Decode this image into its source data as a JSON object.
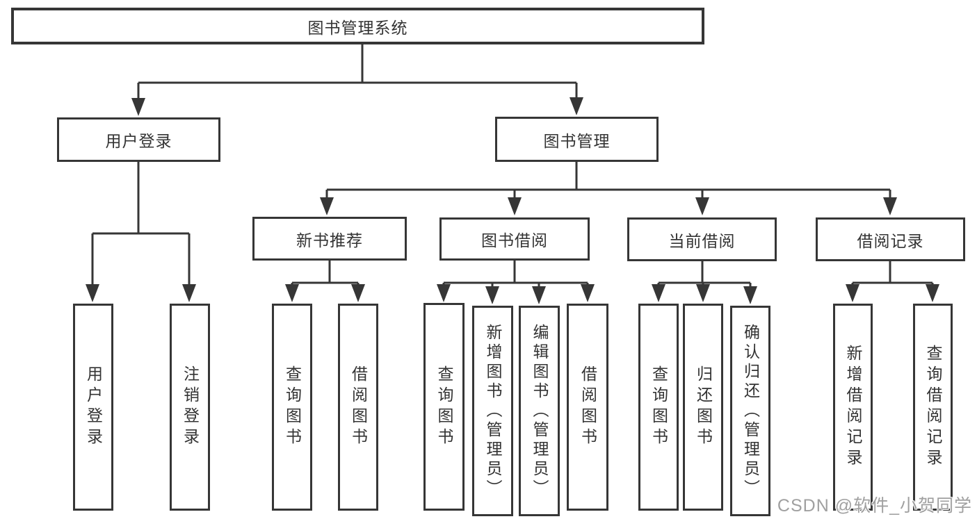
{
  "colors": {
    "line": "#363636",
    "box_border": "#363636",
    "box_background": "#ffffff",
    "text": "#333333",
    "watermark_text": "#a0a0a0"
  },
  "watermark": {
    "text": "CSDN @软件_小贺同学"
  },
  "tree": {
    "root": {
      "label": "图书管理系统",
      "children": [
        {
          "label": "用户登录",
          "children": [
            {
              "label": "用户登录"
            },
            {
              "label": "注销登录"
            }
          ]
        },
        {
          "label": "图书管理",
          "children": [
            {
              "label": "新书推荐",
              "children": [
                {
                  "label": "查询图书"
                },
                {
                  "label": "借阅图书"
                }
              ]
            },
            {
              "label": "图书借阅",
              "children": [
                {
                  "label": "查询图书"
                },
                {
                  "label": "新增图书（管理员）"
                },
                {
                  "label": "编辑图书（管理员）"
                },
                {
                  "label": "借阅图书"
                }
              ]
            },
            {
              "label": "当前借阅",
              "children": [
                {
                  "label": "查询图书"
                },
                {
                  "label": "归还图书"
                },
                {
                  "label": "确认归还（管理员）"
                }
              ]
            },
            {
              "label": "借阅记录",
              "children": [
                {
                  "label": "新增借阅记录"
                },
                {
                  "label": "查询借阅记录"
                }
              ]
            }
          ]
        }
      ]
    }
  }
}
